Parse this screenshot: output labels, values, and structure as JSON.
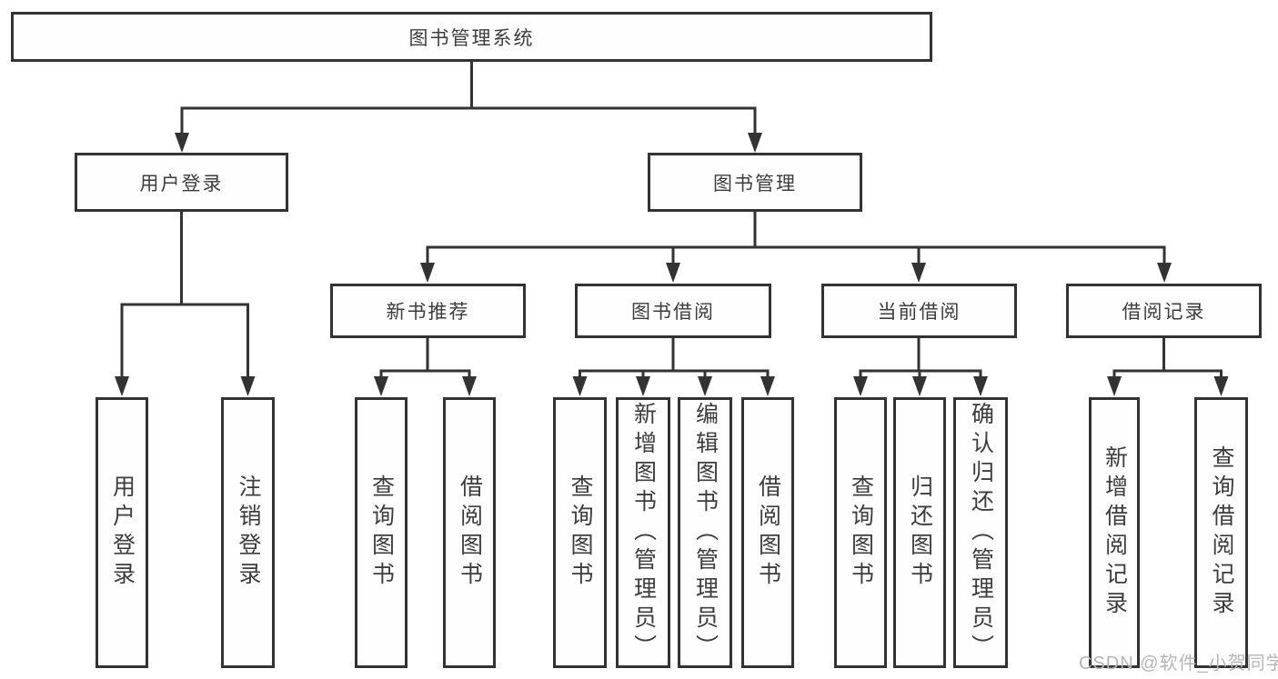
{
  "diagram": {
    "root": {
      "label": "图书管理系统"
    },
    "branches": {
      "user_login": {
        "label": "用户登录",
        "children": {
          "login": {
            "label": "用户登录"
          },
          "logout": {
            "label": "注销登录"
          }
        }
      },
      "book_management": {
        "label": "图书管理",
        "children": {
          "new_book_recommend": {
            "label": "新书推荐",
            "children": {
              "query": {
                "label": "查询图书"
              },
              "borrow": {
                "label": "借阅图书"
              }
            }
          },
          "book_borrowing": {
            "label": "图书借阅",
            "children": {
              "query": {
                "label": "查询图书"
              },
              "add": {
                "label": "新增图书（管理员）"
              },
              "edit": {
                "label": "编辑图书（管理员）"
              },
              "borrow": {
                "label": "借阅图书"
              }
            }
          },
          "current_borrowing": {
            "label": "当前借阅",
            "children": {
              "query": {
                "label": "查询图书"
              },
              "return": {
                "label": "归还图书"
              },
              "confirm": {
                "label": "确认归还（管理员）"
              }
            }
          },
          "borrow_records": {
            "label": "借阅记录",
            "children": {
              "add": {
                "label": "新增借阅记录"
              },
              "query": {
                "label": "查询借阅记录"
              }
            }
          }
        }
      }
    }
  },
  "watermark": {
    "label": "CSDN @软件_小贺同学"
  },
  "colors": {
    "line": "#333333",
    "node_border": "#333333",
    "node_fill": "#fefefe",
    "text": "#3d3d3d",
    "watermark": "#b5b5b5",
    "background": "#ffffff"
  }
}
